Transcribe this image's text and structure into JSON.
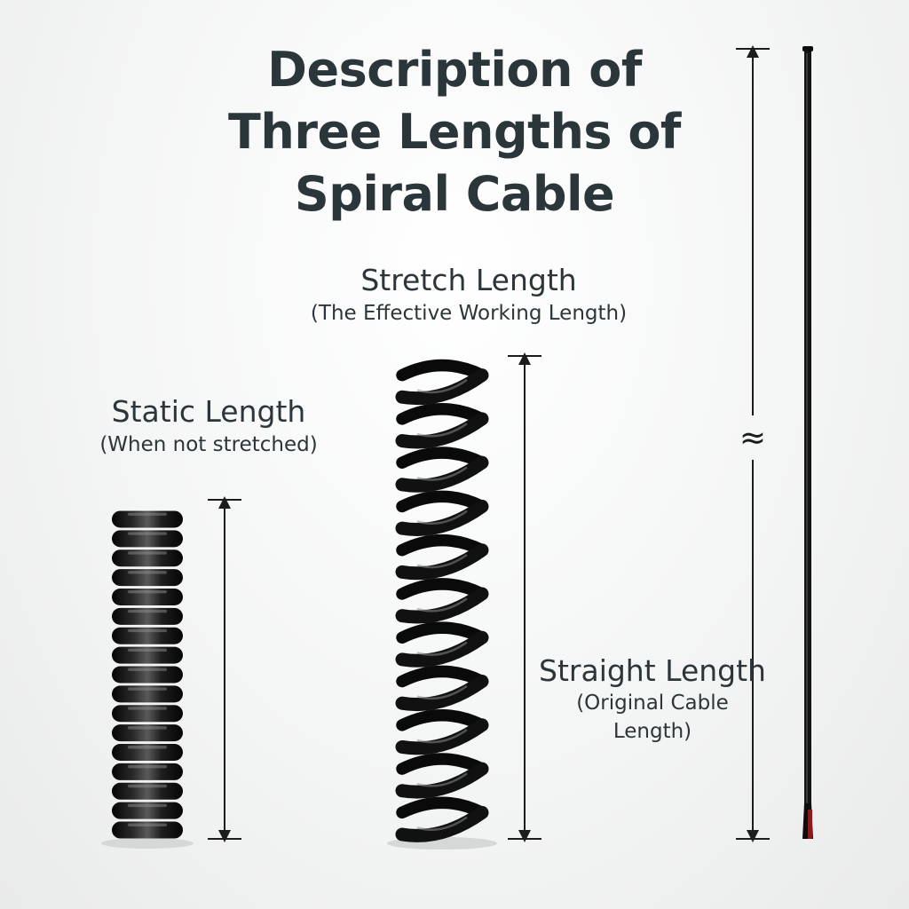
{
  "title": {
    "line1": "Description of",
    "line2": "Three Lengths of",
    "line3": "Spiral Cable"
  },
  "stretch_length": {
    "label": "Stretch Length",
    "note": "(The Effective Working Length)"
  },
  "static_length": {
    "label": "Static Length",
    "note": "(When not stretched)"
  },
  "straight_length": {
    "label": "Straight Length",
    "note_line1": "(Original Cable",
    "note_line2": "Length)"
  },
  "break_symbol": "≈",
  "colors": {
    "cable": "#0d0d0d",
    "cable_highlight": "#6b6b6b",
    "text": "#2b363b",
    "arrow": "#1c1c1c",
    "cable_tip_red": "#8b1a1a"
  }
}
